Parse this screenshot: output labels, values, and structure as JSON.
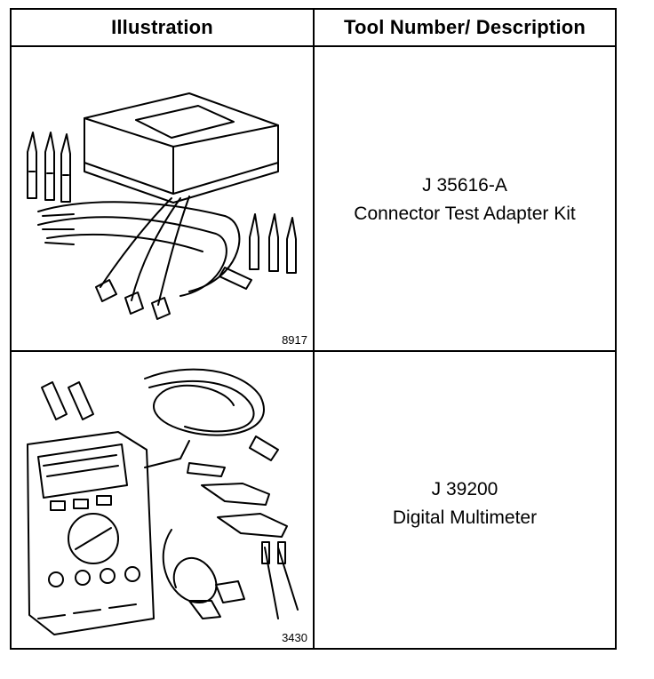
{
  "table": {
    "header": {
      "illustration": "Illustration",
      "tool": "Tool Number/ Description"
    },
    "rows": [
      {
        "tool_number": "J 35616-A",
        "description": "Connector Test Adapter Kit",
        "figure_number": "8917"
      },
      {
        "tool_number": "J 39200",
        "description": "Digital Multimeter",
        "figure_number": "3430"
      }
    ]
  }
}
